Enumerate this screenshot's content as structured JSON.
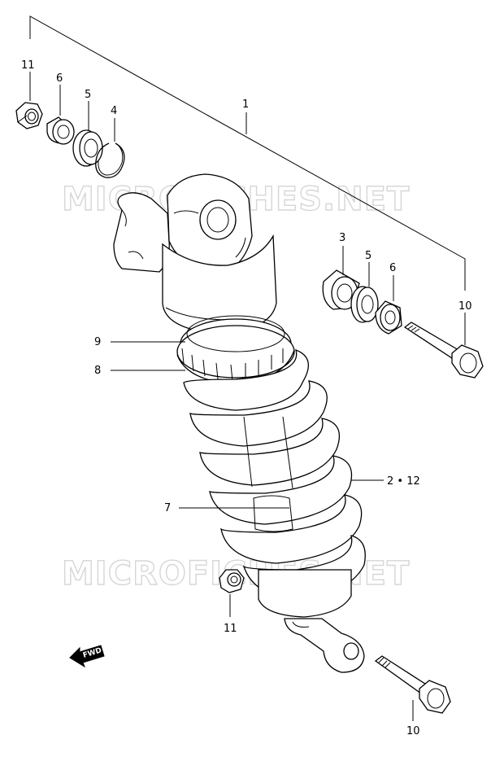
{
  "watermark": {
    "text": "MICROFICHES.NET"
  },
  "fwd_label": "FWD",
  "callouts": [
    {
      "id": "c1",
      "text": "1"
    },
    {
      "id": "c2",
      "text": "2 • 12"
    },
    {
      "id": "c3",
      "text": "3"
    },
    {
      "id": "c4",
      "text": "4"
    },
    {
      "id": "c5a",
      "text": "5"
    },
    {
      "id": "c5b",
      "text": "5"
    },
    {
      "id": "c6a",
      "text": "6"
    },
    {
      "id": "c6b",
      "text": "6"
    },
    {
      "id": "c7",
      "text": "7"
    },
    {
      "id": "c8",
      "text": "8"
    },
    {
      "id": "c9",
      "text": "9"
    },
    {
      "id": "c10a",
      "text": "10"
    },
    {
      "id": "c10b",
      "text": "10"
    },
    {
      "id": "c11a",
      "text": "11"
    },
    {
      "id": "c11b",
      "text": "11"
    }
  ]
}
